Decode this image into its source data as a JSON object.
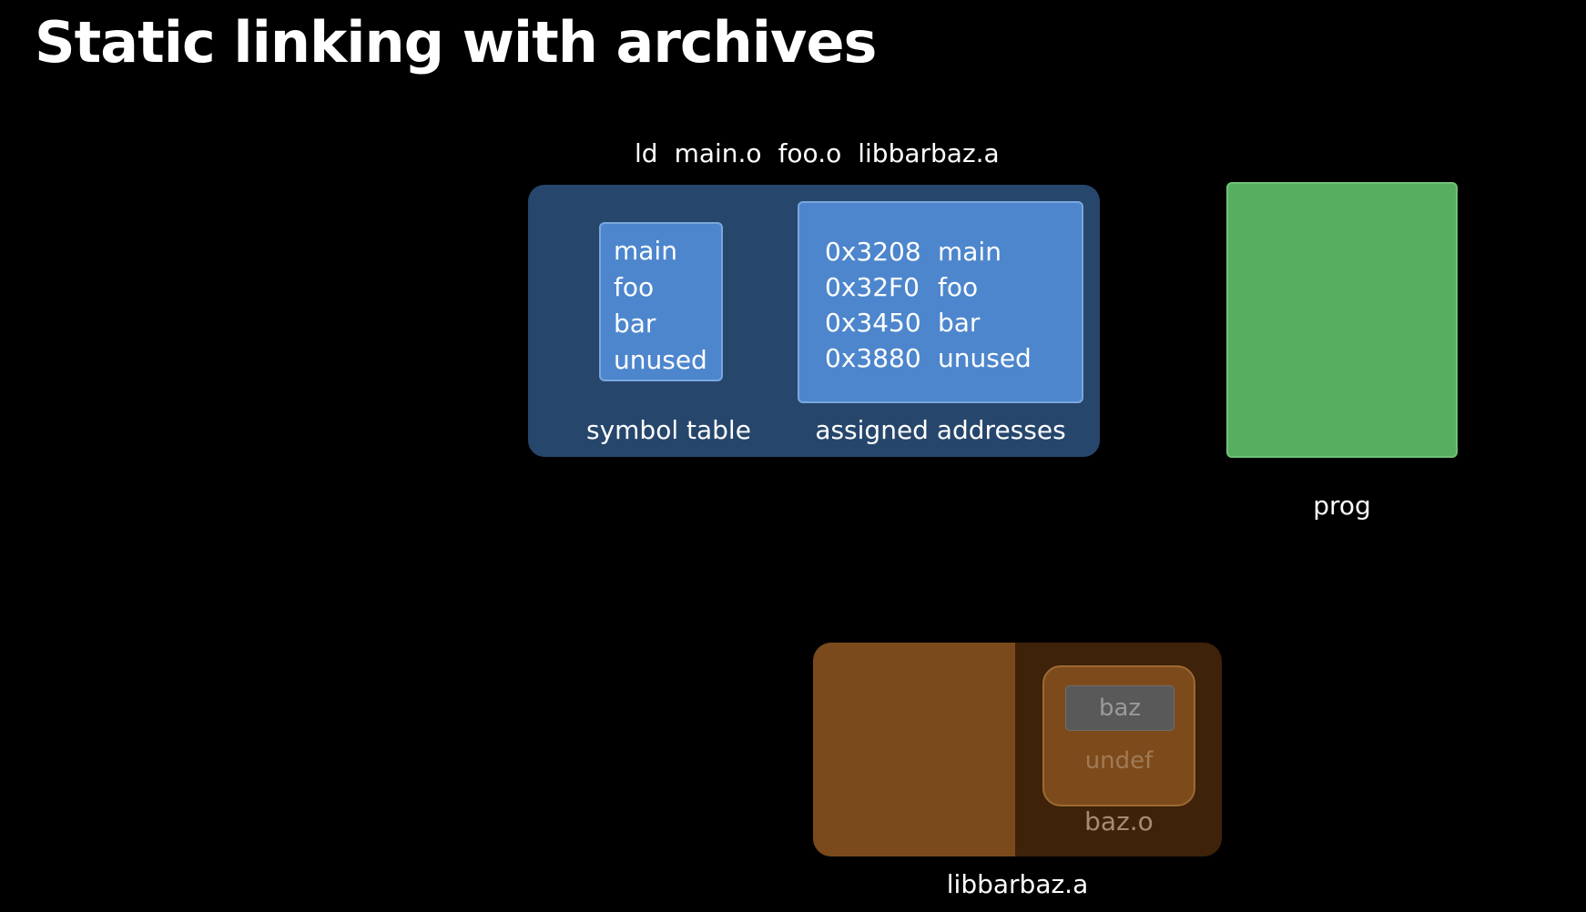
{
  "title": "Static linking with archives",
  "command": {
    "tool": "ld",
    "args": [
      "main.o",
      "foo.o",
      "libbarbaz.a"
    ]
  },
  "linker": {
    "symbol_table": {
      "entries": [
        "main",
        "foo",
        "bar",
        "unused"
      ],
      "label": "symbol table"
    },
    "assigned_addresses": {
      "entries": [
        {
          "address": "0x3208",
          "symbol": "main"
        },
        {
          "address": "0x32F0",
          "symbol": "foo"
        },
        {
          "address": "0x3450",
          "symbol": "bar"
        },
        {
          "address": "0x3880",
          "symbol": "unused"
        }
      ],
      "label": "assigned addresses"
    }
  },
  "output": {
    "label": "prog",
    "color": "#57ae61"
  },
  "archive": {
    "label": "libbarbaz.a",
    "color": "#7a4a1c",
    "member": {
      "label": "baz.o",
      "symbol": "baz",
      "status": "undef"
    }
  },
  "colors": {
    "linker_bg": "#26466c",
    "table_bg": "#4d86cd"
  }
}
